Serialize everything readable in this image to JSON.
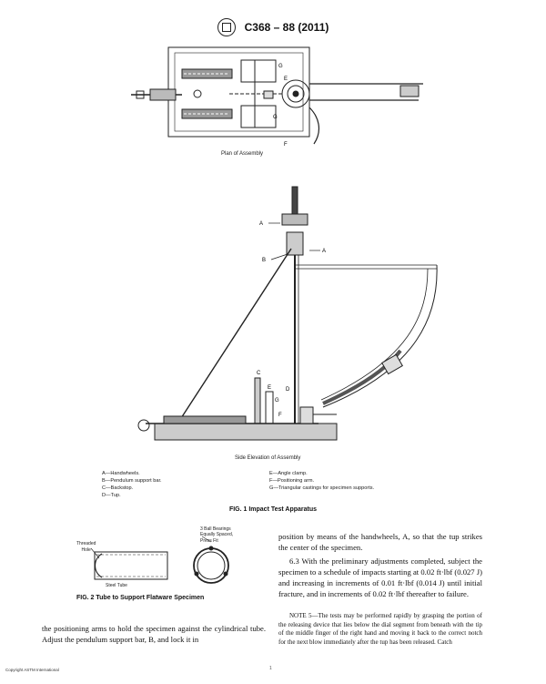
{
  "header": {
    "standard": "C368 – 88 (2011)"
  },
  "fig1": {
    "plan_label": "Plan of Assembly",
    "side_label": "Side Elevation of Assembly",
    "caption": "FIG. 1  Impact Test Apparatus",
    "letters": {
      "a": "A",
      "b": "B",
      "c": "C",
      "d": "D",
      "e": "E",
      "f": "F",
      "g": "G"
    },
    "legend_left": [
      "A—Handwheels.",
      "B—Pendulum support bar.",
      "C—Backstop.",
      "D—Tup."
    ],
    "legend_right": [
      "E—Angle clamp.",
      "F—Positioning arm.",
      "G—Triangular castings for specimen supports."
    ]
  },
  "fig2": {
    "threaded_hole": "Threaded\nHole",
    "bearings": "3 Ball Bearings\nEqually Spaced,\nPress Fit",
    "steel_tube": "Steel Tube",
    "caption": "FIG. 2  Tube to Support Flatware Specimen"
  },
  "text": {
    "left_para": "the positioning arms to hold the specimen against the cylindrical tube. Adjust the pendulum support bar, B, and lock it in",
    "right_para1": "position by means of the handwheels, A, so that the tup strikes the center of the specimen.",
    "right_para2": "6.3 With the preliminary adjustments completed, subject the specimen to a schedule of impacts starting at 0.02 ft·lbf (0.027 J) and increasing in increments of 0.01 ft·lbf (0.014 J) until initial fracture, and in increments of 0.02 ft·lbf thereafter to failure.",
    "note": "NOTE 5—The tests may be performed rapidly by grasping the portion of the releasing device that lies below the dial segment from beneath with the tip of the middle finger of the right hand and moving it back to the correct notch for the next blow immediately after the tup has been released. Catch"
  },
  "footer": {
    "copyright": "Copyright ASTM International",
    "page": "1"
  }
}
